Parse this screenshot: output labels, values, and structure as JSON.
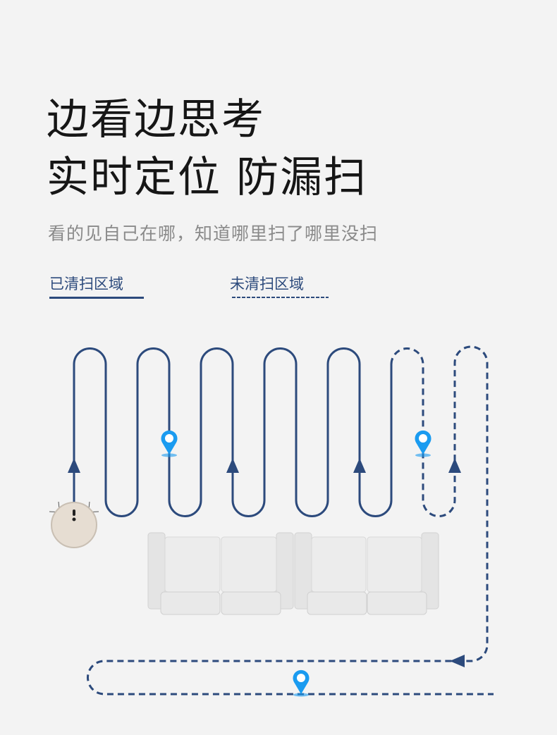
{
  "headline": {
    "line1": "边看边思考",
    "line2": "实时定位 防漏扫"
  },
  "subtitle": "看的见自己在哪，知道哪里扫了哪里没扫",
  "legend": {
    "cleaned": {
      "label": "已清扫区域",
      "style": "solid"
    },
    "uncleaned": {
      "label": "未清扫区域",
      "style": "dashed"
    }
  },
  "colors": {
    "path": "#2c4a7c",
    "pin": "#1a9bf0",
    "background": "#f3f3f3",
    "robot": "#e6ddd2"
  },
  "icons": [
    "robot-vacuum-icon",
    "location-pin-icon",
    "sofa-icon",
    "arrow-icon"
  ]
}
